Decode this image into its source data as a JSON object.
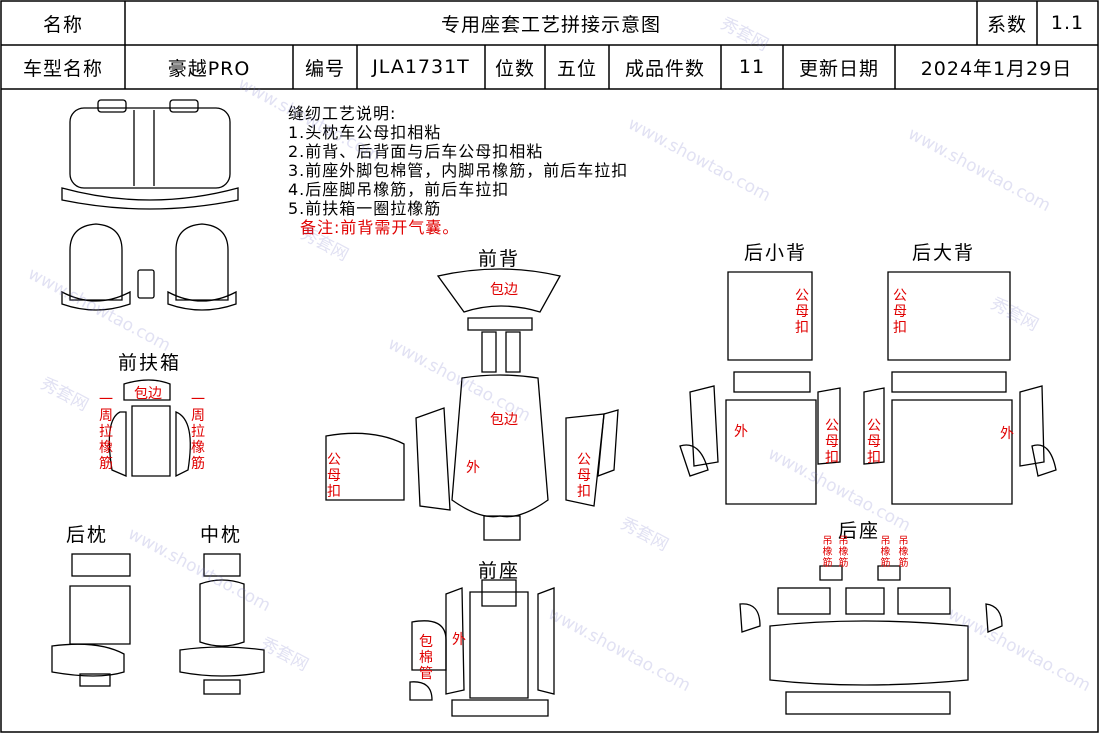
{
  "header": {
    "name_label": "名称",
    "title": "专用座套工艺拼接示意图",
    "coef_label": "系数",
    "coef_value": "1.1",
    "model_label": "车型名称",
    "model_value": "豪越PRO",
    "code_label": "编号",
    "code_value": "JLA1731T",
    "seats_label": "位数",
    "seats_value": "五位",
    "count_label": "成品件数",
    "count_value": "11",
    "date_label": "更新日期",
    "date_value": "2024年1月29日"
  },
  "notes": {
    "heading": "缝纫工艺说明:",
    "items": [
      "1.头枕车公母扣相粘",
      "2.前背、后背面与后车公母扣相粘",
      "3.前座外脚包棉管，内脚吊橡筋，前后车拉扣",
      "4.后座脚吊橡筋，前后车拉扣",
      "5.前扶箱一圈拉橡筋"
    ],
    "remark": "备注:前背需开气囊。"
  },
  "sections": {
    "front_back": "前背",
    "front_seat": "前座",
    "rear_small_back": "后小背",
    "rear_big_back": "后大背",
    "rear_seat": "后座",
    "front_armrest": "前扶箱",
    "rear_pillow": "后枕",
    "mid_pillow": "中枕"
  },
  "annotations": {
    "bao_bian": "包边",
    "wai": "外",
    "gong_mu_kou": "公母扣",
    "yi_zhou_la_xiang_jin": "一周拉橡筋",
    "bao_mian_guan": "包棉管",
    "diao_xiang_jin": "吊橡筋"
  },
  "watermark": {
    "brand": "秀套网",
    "site": "www.showtao.com"
  }
}
